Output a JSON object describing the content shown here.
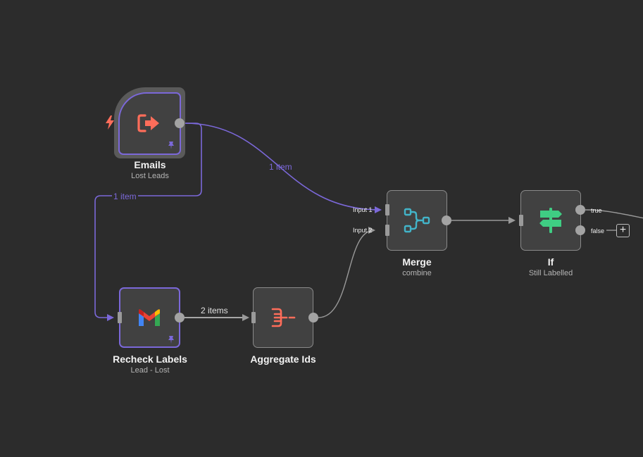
{
  "nodes": {
    "emails": {
      "title": "Emails",
      "subtitle": "Lost Leads"
    },
    "recheck": {
      "title": "Recheck Labels",
      "subtitle": "Lead - Lost"
    },
    "aggregate": {
      "title": "Aggregate Ids",
      "subtitle": ""
    },
    "merge": {
      "title": "Merge",
      "subtitle": "combine",
      "input1": "Input 1",
      "input2": "Input 2"
    },
    "if": {
      "title": "If",
      "subtitle": "Still Labelled",
      "out_true": "true",
      "out_false": "false"
    }
  },
  "connections": {
    "emails_to_merge": "1 item",
    "emails_to_recheck": "1 item",
    "recheck_to_aggregate": "2 items"
  },
  "controls": {
    "add_label": "+"
  },
  "colors": {
    "canvas": "#2c2c2c",
    "node_fill": "#414141",
    "node_border": "#8a8a8a",
    "selected_purple": "#7b68d9",
    "wire_grey": "#9a9a9a",
    "trigger_red": "#ff6d5a",
    "merge_teal": "#42b4c9",
    "if_green": "#3fcd83"
  },
  "icons": {
    "trigger": "lightning-bolt-icon",
    "emails": "sign-out-arrow-icon",
    "recheck": "gmail-icon",
    "aggregate": "aggregate-icon",
    "merge": "merge-branch-icon",
    "if": "signpost-icon",
    "pin": "pin-icon"
  }
}
